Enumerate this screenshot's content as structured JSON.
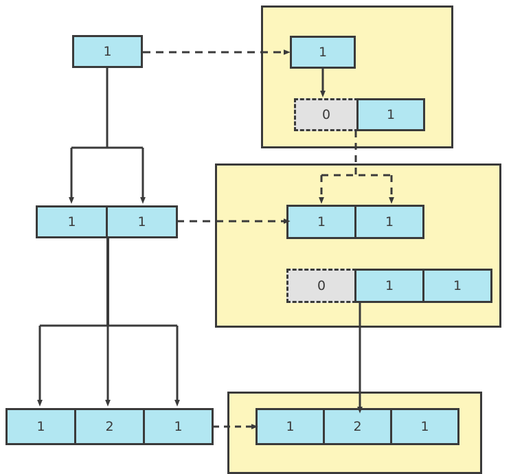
{
  "diagram": {
    "type": "tree-to-array-mapping",
    "colors": {
      "cell_fill": "#b2e7f2",
      "panel_fill": "#fdf6bd",
      "empty_cell_fill": "#e2e2e2",
      "stroke": "#3a3a3a",
      "background": "#ffffff"
    },
    "tree": {
      "name": "left-tree",
      "levels": [
        {
          "name": "root-level",
          "cells": [
            {
              "value": "1"
            }
          ]
        },
        {
          "name": "second-level",
          "cells": [
            {
              "value": "1"
            },
            {
              "value": "1"
            }
          ]
        },
        {
          "name": "third-level",
          "cells": [
            {
              "value": "1"
            },
            {
              "value": "2"
            },
            {
              "value": "1"
            }
          ]
        }
      ]
    },
    "panels": [
      {
        "name": "panel-level-0",
        "rows": [
          {
            "name": "row-values",
            "cells": [
              {
                "value": "1",
                "empty": false
              }
            ]
          },
          {
            "name": "row-offsets",
            "cells": [
              {
                "value": "0",
                "empty": true
              },
              {
                "value": "1",
                "empty": false
              }
            ]
          }
        ]
      },
      {
        "name": "panel-level-1",
        "rows": [
          {
            "name": "row-values",
            "cells": [
              {
                "value": "1",
                "empty": false
              },
              {
                "value": "1",
                "empty": false
              }
            ]
          },
          {
            "name": "row-offsets",
            "cells": [
              {
                "value": "0",
                "empty": true
              },
              {
                "value": "1",
                "empty": false
              },
              {
                "value": "1",
                "empty": false
              }
            ]
          }
        ]
      },
      {
        "name": "panel-level-2",
        "rows": [
          {
            "name": "row-values",
            "cells": [
              {
                "value": "1",
                "empty": false
              },
              {
                "value": "2",
                "empty": false
              },
              {
                "value": "1",
                "empty": false
              }
            ]
          }
        ]
      }
    ]
  }
}
